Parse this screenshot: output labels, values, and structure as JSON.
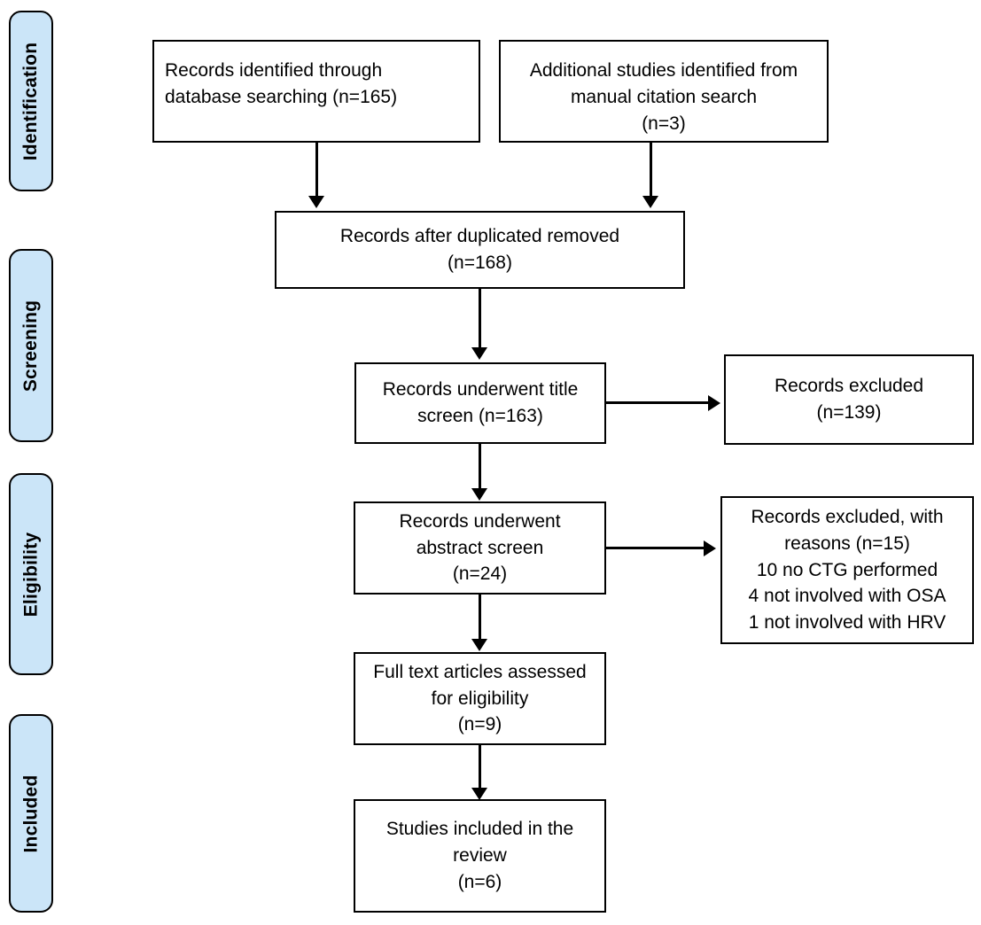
{
  "diagram": {
    "type": "prisma-flow-diagram",
    "background_color": "#ffffff",
    "stroke_color": "#000000",
    "pill_fill_color": "#cbe5f8"
  },
  "stages": [
    {
      "id": "identification",
      "label": "Identification"
    },
    {
      "id": "screening",
      "label": "Screening"
    },
    {
      "id": "eligibility",
      "label": "Eligibility"
    },
    {
      "id": "included",
      "label": "Included"
    }
  ],
  "boxes": {
    "database_search": {
      "lines": [
        "Records identified through",
        "database searching (n=165)"
      ],
      "count": 165
    },
    "manual_search": {
      "lines": [
        "Additional studies identified from",
        "manual citation search",
        "(n=3)"
      ],
      "count": 3
    },
    "after_duplicates": {
      "lines": [
        "Records after duplicated removed",
        "(n=168)"
      ],
      "count": 168
    },
    "title_screen": {
      "lines": [
        "Records underwent title",
        "screen (n=163)"
      ],
      "count": 163
    },
    "records_excluded": {
      "lines": [
        "Records excluded",
        "(n=139)"
      ],
      "count": 139
    },
    "abstract_screen": {
      "lines": [
        "Records underwent",
        "abstract screen",
        "(n=24)"
      ],
      "count": 24
    },
    "excluded_with_reasons": {
      "lines": [
        "Records excluded, with",
        "reasons (n=15)",
        "10 no CTG performed",
        "4 not involved with OSA",
        "1 not involved with HRV"
      ],
      "count": 15,
      "reasons": [
        {
          "n": 10,
          "text": "no CTG performed"
        },
        {
          "n": 4,
          "text": "not involved with OSA"
        },
        {
          "n": 1,
          "text": "not involved with HRV"
        }
      ]
    },
    "full_text": {
      "lines": [
        "Full text articles assessed",
        "for eligibility",
        "(n=9)"
      ],
      "count": 9
    },
    "included_studies": {
      "lines": [
        "Studies included in the",
        "review",
        "(n=6)"
      ],
      "count": 6
    }
  }
}
